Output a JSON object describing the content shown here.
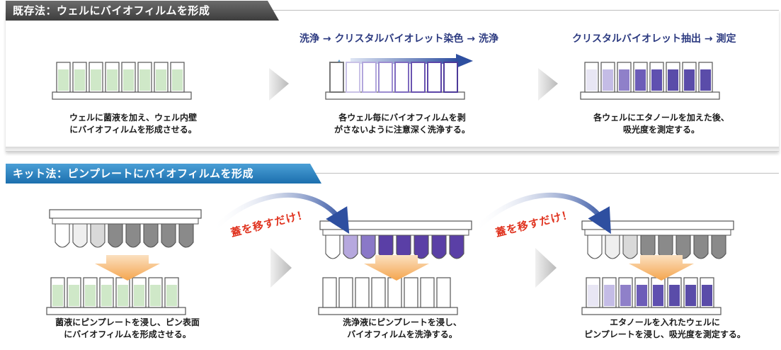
{
  "panel_existing": {
    "header": "既存法：ウェルにバイオフィルムを形成",
    "step2_title": "洗浄 → クリスタルバイオレット染色 → 洗浄",
    "step3_title": "クリスタルバイオレット抽出 → 測定",
    "captions": [
      [
        "ウェルに菌液を加え、ウェル内壁",
        "にバイオフィルムを形成させる。"
      ],
      [
        "各ウェル毎にバイオフィルムを剥",
        "がさないように注意深く洗浄する。"
      ],
      [
        "各ウェルにエタノールを加えた後、",
        "吸光度を測定する。"
      ]
    ]
  },
  "panel_kit": {
    "header": "キット法：ピンプレートにバイオフィルムを形成",
    "callout": "蓋を移すだけ！",
    "captions": [
      [
        "菌液にピンプレートを浸し、ピン表面",
        "にバイオフィルムを形成させる。"
      ],
      [
        "洗浄液にピンプレートを浸し、",
        "バイオフィルムを洗浄する。"
      ],
      [
        "エタノールを入れたウェルに",
        "ピンプレートを浸し、吸光度を測定する。"
      ]
    ]
  },
  "colors": {
    "header_gray": "#4d4d4d",
    "header_blue": "#2a84c4",
    "well_green": "#cfe8c8",
    "crystal_violet": "#5b4fa8",
    "arrow_blue": "#2e4fa0",
    "callout_red": "#e0331f",
    "orange_arrow": "#f4b26a"
  }
}
